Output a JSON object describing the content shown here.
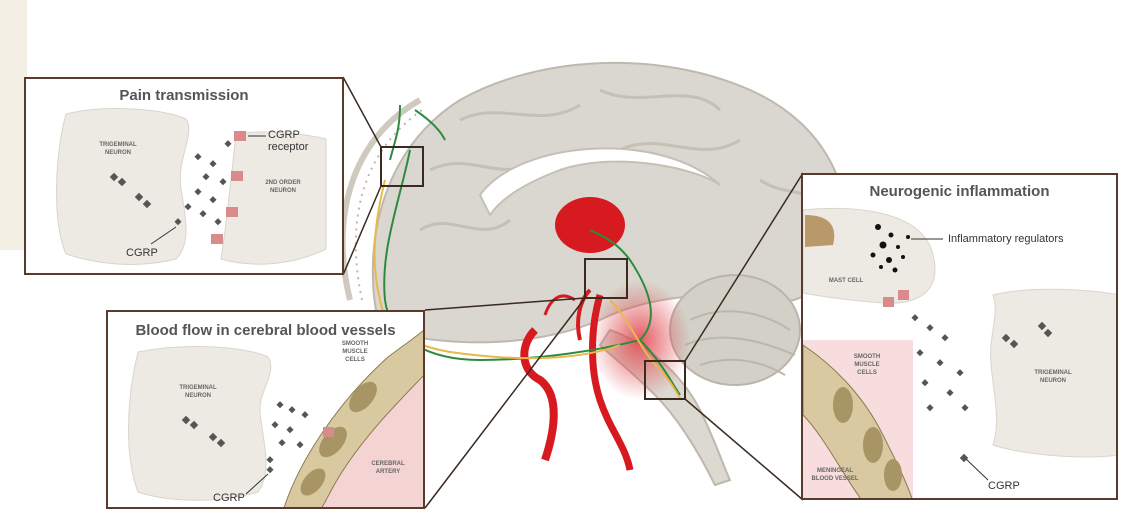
{
  "top_title_fragment": "",
  "pain_panel": {
    "title": "Pain transmission",
    "trigeminal_label": "TRIGEMINAL NEURON",
    "second_order_label": "2ND ORDER NEURON",
    "receptor_label": "CGRP receptor",
    "cgrp_label": "CGRP"
  },
  "neuro_panel": {
    "title": "Neurogenic inflammation",
    "regulators_label": "Inflammatory regulators",
    "mast_cell_label": "MAST CELL",
    "smooth_label": "SMOOTH MUSCLE CELLS",
    "trigeminal_label": "TRIGEMINAL NEURON",
    "meningeal_label": "MENINGEAL BLOOD VESSEL",
    "cgrp_label": "CGRP"
  },
  "blood_panel": {
    "title": "Blood flow in cerebral blood vessels",
    "trigeminal_label": "TRIGEMINAL NEURON",
    "smooth_label": "SMOOTH MUSCLE CELLS",
    "artery_label": "CEREBRAL ARTERY",
    "cgrp_label": "CGRP"
  },
  "colors": {
    "border": "#5a3a2a",
    "neuron": "#eceae3",
    "receptor": "#d98b8b",
    "brain": "#d9d7cf",
    "red": "#d71920",
    "green": "#2e8b3e",
    "yellow": "#e8b84a"
  }
}
